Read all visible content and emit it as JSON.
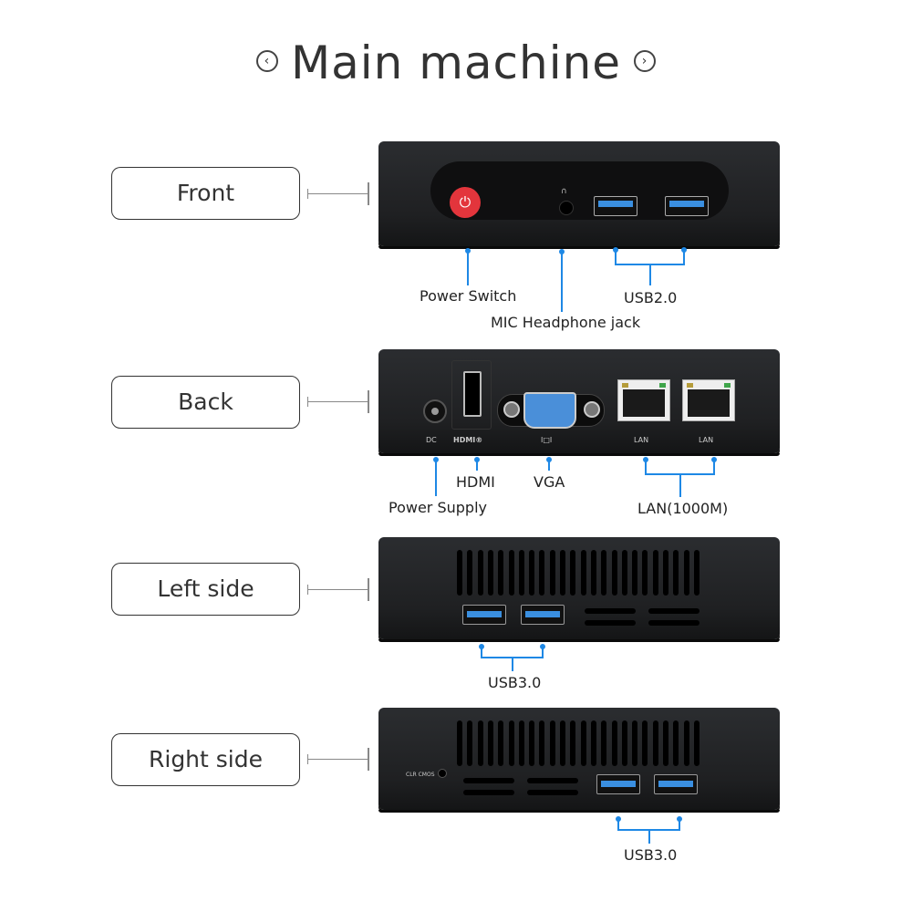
{
  "title": {
    "text": "Main machine",
    "left_icon": "circle-chevron-left-icon",
    "right_icon": "circle-chevron-right-icon"
  },
  "views": [
    {
      "label": "Front",
      "annotations": {
        "power_switch": "Power Switch",
        "mic_headphone": "MIC Headphone jack",
        "usb": "USB2.0"
      }
    },
    {
      "label": "Back",
      "port_labels": {
        "dc": "DC",
        "hdmi": "HDMI®",
        "vga": "I□I",
        "lan1": "LAN",
        "lan2": "LAN"
      },
      "annotations": {
        "power_supply": "Power Supply",
        "hdmi": "HDMI",
        "vga": "VGA",
        "lan": "LAN(1000M)"
      }
    },
    {
      "label": "Left side",
      "annotations": {
        "usb": "USB3.0"
      }
    },
    {
      "label": "Right side",
      "port_labels": {
        "clr_cmos": "CLR CMOS"
      },
      "annotations": {
        "usb": "USB3.0"
      }
    }
  ],
  "colors": {
    "callout": "#1e88e5",
    "power_button": "#e3353c",
    "usb_blue": "#3a8fe0",
    "device_body": "#1f2022"
  }
}
